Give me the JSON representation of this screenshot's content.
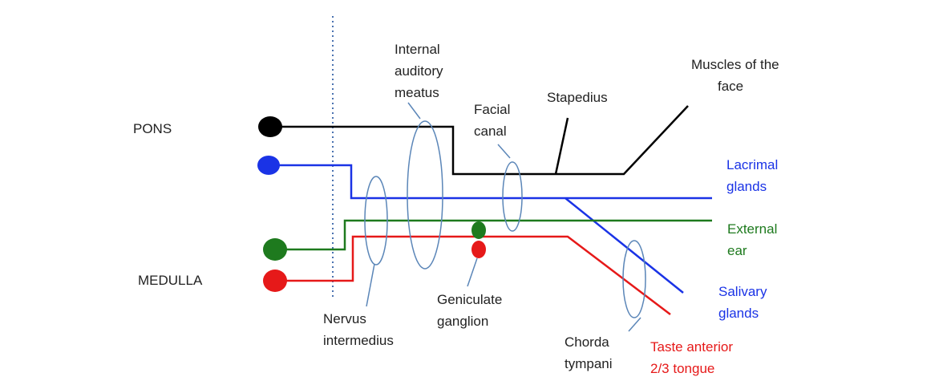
{
  "regions": {
    "pons": "PONS",
    "medulla": "MEDULLA"
  },
  "structures": {
    "internal_auditory_meatus": [
      "Internal",
      "auditory",
      "meatus"
    ],
    "facial_canal": [
      "Facial",
      "canal"
    ],
    "stapedius": "Stapedius",
    "muscles_face": [
      "Muscles of the",
      "face"
    ],
    "nervus_intermedius": [
      "Nervus",
      "intermedius"
    ],
    "geniculate_ganglion": [
      "Geniculate",
      "ganglion"
    ],
    "chorda_tympani": [
      "Chorda",
      "tympani"
    ]
  },
  "targets": {
    "lacrimal": [
      "Lacrimal",
      "glands"
    ],
    "external_ear": [
      "External",
      "ear"
    ],
    "salivary": [
      "Salivary",
      "glands"
    ],
    "taste": [
      "Taste anterior",
      "2/3 tongue"
    ]
  },
  "colors": {
    "motor": "#000000",
    "lacrimal": "#1a33e6",
    "external_ear": "#1e7a1e",
    "taste": "#e61919",
    "ellipse": "#5b86b8",
    "boundary": "#4a72b0"
  }
}
